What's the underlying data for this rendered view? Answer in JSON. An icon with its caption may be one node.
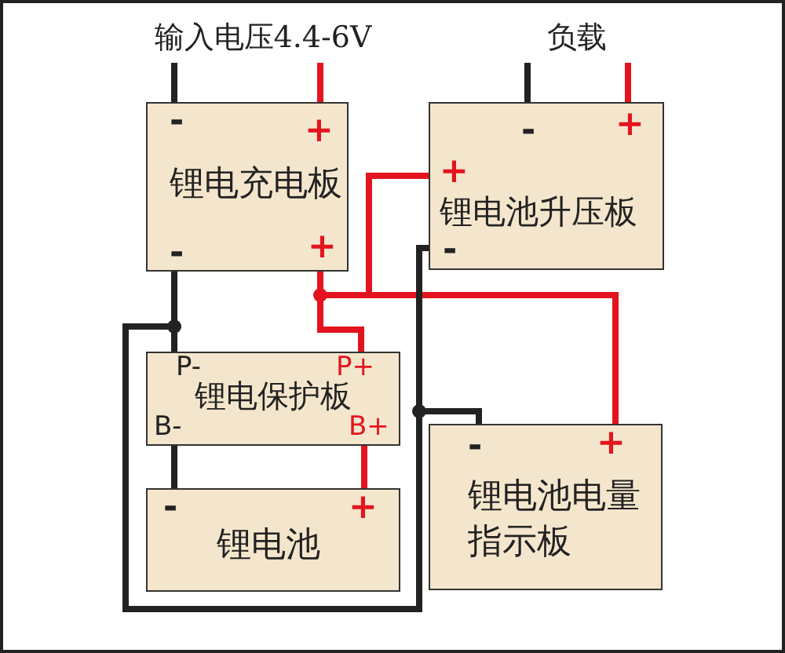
{
  "diagram": {
    "nodes": [
      {
        "text": [
          "-",
          "+",
          "锂电充电板",
          "-",
          "+"
        ]
      },
      {
        "text": [
          "-",
          "+",
          "+",
          "锂电池升压板",
          "-"
        ]
      },
      {
        "text": [
          "P-",
          "P+",
          "锂电保护板",
          "B-",
          "B+"
        ]
      },
      {
        "text": [
          "-",
          "+",
          "锂电池"
        ]
      },
      {
        "text": [
          "-",
          "+",
          "锂电池电量指示板"
        ]
      },
      {
        "text": [
          "输入电压4.4-6V"
        ]
      },
      {
        "text": [
          "负载"
        ]
      }
    ],
    "edges": [
      {
        "from": 5,
        "to": 0,
        "arrow": "none"
      },
      {
        "from": 5,
        "to": 0,
        "arrow": "none",
        "color": "#e3141f"
      },
      {
        "from": 6,
        "to": 1,
        "arrow": "none"
      },
      {
        "from": 6,
        "to": 1,
        "arrow": "none",
        "color": "#e3141f"
      },
      {
        "from": 0,
        "to": 2,
        "arrow": "none"
      },
      {
        "from": 0,
        "to": 2,
        "arrow": "none",
        "color": "#e3141f"
      },
      {
        "from": 0,
        "to": 1,
        "arrow": "none",
        "color": "#e3141f"
      },
      {
        "from": 0,
        "to": 4,
        "arrow": "none",
        "color": "#e3141f"
      },
      {
        "from": 0,
        "to": 1,
        "arrow": "none"
      },
      {
        "from": 0,
        "to": 4,
        "arrow": "none"
      },
      {
        "from": 2,
        "to": 3,
        "arrow": "none"
      },
      {
        "from": 2,
        "to": 3,
        "arrow": "none",
        "color": "#e3141f"
      }
    ]
  }
}
